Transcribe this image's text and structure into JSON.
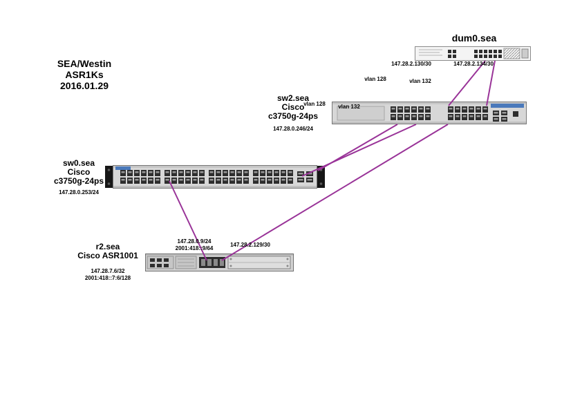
{
  "title": {
    "line1": "SEA/Westin",
    "line2": "ASR1Ks",
    "line3": "2016.01.29"
  },
  "nodes": {
    "dum0": {
      "name": "dum0.sea",
      "ip_left": "147.28.2.130/30",
      "ip_right": "147.28.2.134/30"
    },
    "sw2": {
      "name": "sw2.sea",
      "vendor": "Cisco",
      "model": "c3750g-24ps",
      "ip": "147.28.0.246/24",
      "vlan_a": "vlan 128",
      "vlan_b": "vlan 132"
    },
    "sw0": {
      "name": "sw0.sea",
      "vendor": "Cisco",
      "model": "c3750g-24ps",
      "ip": "147.28.0.253/24"
    },
    "r2": {
      "name": "r2.sea",
      "model": "Cisco ASR1001",
      "ip_v4": "147.28.7.6/32",
      "ip_v6": "2001:418::7:6/128"
    }
  },
  "link_labels": {
    "trunk_vlan_a": "vlan 128",
    "trunk_vlan_b": "vlan 132",
    "r2_lan_v4": "147.28.0.9/24",
    "r2_lan_v6": "2001:418::9/64",
    "r2_wan_v4": "147.28.2.129/30"
  },
  "colors": {
    "link": "#993398"
  }
}
